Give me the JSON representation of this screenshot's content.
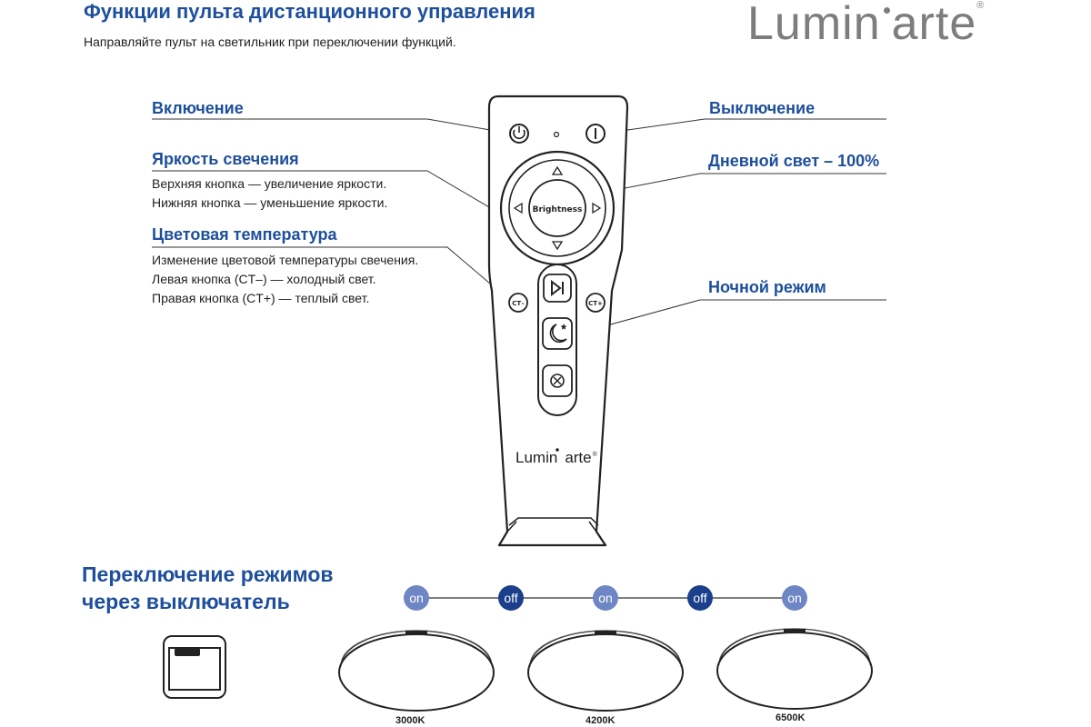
{
  "header": {
    "title": "Функции пульта дистанционного управления",
    "subtitle": "Направляйте пульт на светильник при переключении функций."
  },
  "brand": {
    "name_left": "Lumin",
    "name_right": "arte",
    "registered": "®"
  },
  "functions": {
    "power_on": {
      "label": "Включение"
    },
    "power_off": {
      "label": "Выключение"
    },
    "brightness": {
      "label": "Яркость свечения",
      "lines": [
        "Верхняя кнопка — увеличение яркости.",
        "Нижняя кнопка — уменьшение яркости."
      ]
    },
    "daylight": {
      "label": "Дневной свет – 100%"
    },
    "color_temp": {
      "label": "Цветовая температура",
      "lines": [
        "Изменение цветовой температуры свечения.",
        "Левая кнопка (CT–) — холодный свет.",
        "Правая кнопка (CT+) — теплый свет."
      ]
    },
    "night_mode": {
      "label": "Ночной режим"
    }
  },
  "remote": {
    "center_label": "Brightness",
    "ct_minus": "CT–",
    "ct_plus": "CT+",
    "brand_left": "Lumin",
    "brand_right": "arte",
    "registered": "®"
  },
  "switch_modes": {
    "title_line1": "Переключение режимов",
    "title_line2": "через выключатель",
    "steps": [
      {
        "label": "on",
        "state": "on"
      },
      {
        "label": "off",
        "state": "off"
      },
      {
        "label": "on",
        "state": "on"
      },
      {
        "label": "off",
        "state": "off"
      },
      {
        "label": "on",
        "state": "on"
      }
    ],
    "lamps": [
      "3000K",
      "4200K",
      "6500K"
    ]
  },
  "colors": {
    "accent_blue": "#1e4f9c",
    "on_badge": "#6f86c4",
    "off_badge": "#1b3f8b",
    "brand_gray": "#7d7d7d",
    "line": "#333333"
  }
}
